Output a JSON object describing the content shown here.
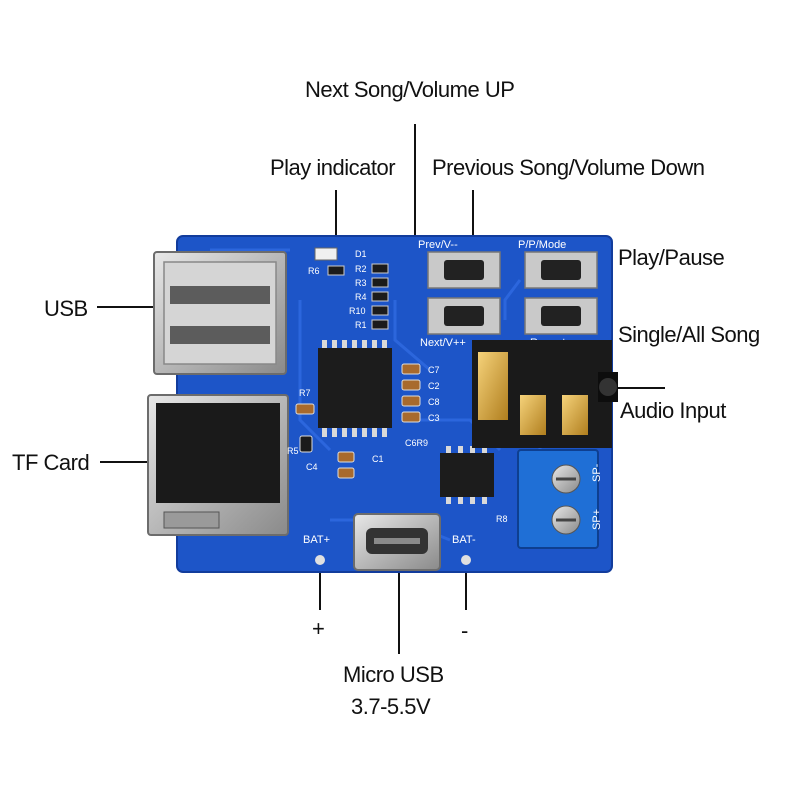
{
  "labels": {
    "next_song": "Next Song/Volume UP",
    "play_indicator": "Play indicator",
    "previous_song": "Previous Song/Volume Down",
    "play_pause": "Play/Pause",
    "usb": "USB",
    "single_all_song": "Single/All Song",
    "audio_input": "Audio Input",
    "tf_card": "TF Card",
    "plus": "+",
    "minus": "-",
    "micro_usb": "Micro USB",
    "micro_usb_voltage": "3.7-5.5V"
  },
  "board_silkscreen": {
    "prev": "Prev/V--",
    "pp_mode": "P/P/Mode",
    "next": "Next/V++",
    "repeat": "Repeat",
    "bat_plus": "BAT+",
    "bat_minus": "BAT-",
    "sp_minus": "SP-",
    "sp_plus": "SP+",
    "d1": "D1",
    "r6": "R6",
    "r2": "R2",
    "r3": "R3",
    "r4": "R4",
    "r10": "R10",
    "r1": "R1",
    "r7": "R7",
    "r5": "R5",
    "c4": "C4",
    "c1": "C1",
    "c7": "C7",
    "c2": "C2",
    "c8": "C8",
    "c3": "C3",
    "c6r9": "C6R9",
    "r8": "R8"
  },
  "colors": {
    "pcb": "#1d55c8",
    "pcb_dark": "#123c9c",
    "terminal": "#1f6fd6",
    "silk": "#ffffff"
  }
}
